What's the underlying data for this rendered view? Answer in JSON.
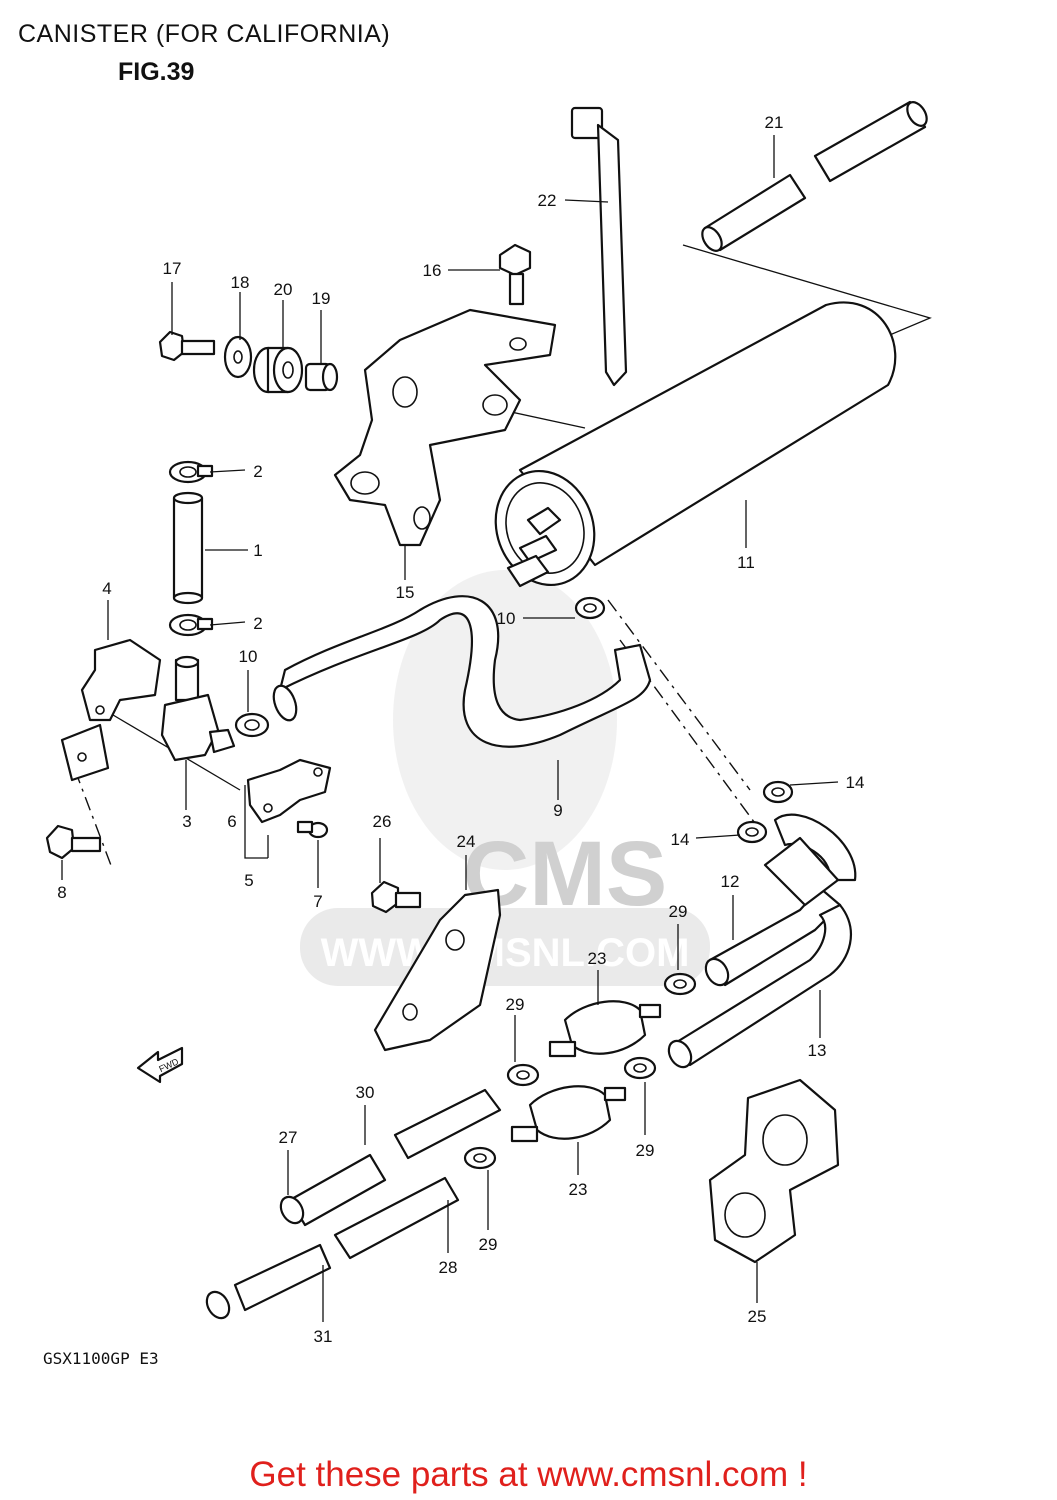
{
  "title": "CANISTER (FOR CALIFORNIA)",
  "figure": "FIG.39",
  "model_code": "GSX1100GP  E3",
  "promo": "Get these parts at www.cmsnl.com !",
  "fwd_label": "FWD",
  "watermark": {
    "brand": "CMS",
    "url": "WWW.CMSNL.COM"
  },
  "callouts": [
    {
      "id": "c1",
      "text": "1"
    },
    {
      "id": "c2a",
      "text": "2"
    },
    {
      "id": "c2b",
      "text": "2"
    },
    {
      "id": "c3",
      "text": "3"
    },
    {
      "id": "c4",
      "text": "4"
    },
    {
      "id": "c5",
      "text": "5"
    },
    {
      "id": "c6",
      "text": "6"
    },
    {
      "id": "c7",
      "text": "7"
    },
    {
      "id": "c8",
      "text": "8"
    },
    {
      "id": "c9",
      "text": "9"
    },
    {
      "id": "c10a",
      "text": "10"
    },
    {
      "id": "c10b",
      "text": "10"
    },
    {
      "id": "c11",
      "text": "11"
    },
    {
      "id": "c12",
      "text": "12"
    },
    {
      "id": "c13",
      "text": "13"
    },
    {
      "id": "c14a",
      "text": "14"
    },
    {
      "id": "c14b",
      "text": "14"
    },
    {
      "id": "c15",
      "text": "15"
    },
    {
      "id": "c16",
      "text": "16"
    },
    {
      "id": "c17",
      "text": "17"
    },
    {
      "id": "c18",
      "text": "18"
    },
    {
      "id": "c19",
      "text": "19"
    },
    {
      "id": "c20",
      "text": "20"
    },
    {
      "id": "c21",
      "text": "21"
    },
    {
      "id": "c22",
      "text": "22"
    },
    {
      "id": "c23a",
      "text": "23"
    },
    {
      "id": "c23b",
      "text": "23"
    },
    {
      "id": "c24",
      "text": "24"
    },
    {
      "id": "c25",
      "text": "25"
    },
    {
      "id": "c26",
      "text": "26"
    },
    {
      "id": "c27",
      "text": "27"
    },
    {
      "id": "c28",
      "text": "28"
    },
    {
      "id": "c29a",
      "text": "29"
    },
    {
      "id": "c29b",
      "text": "29"
    },
    {
      "id": "c29c",
      "text": "29"
    },
    {
      "id": "c29d",
      "text": "29"
    },
    {
      "id": "c30",
      "text": "30"
    },
    {
      "id": "c31",
      "text": "31"
    }
  ]
}
